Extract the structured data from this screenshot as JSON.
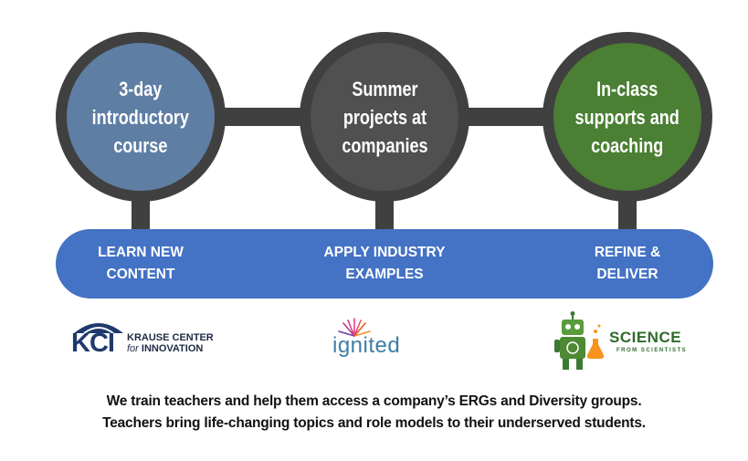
{
  "steps": [
    {
      "label": "3-day\nintroductory\ncourse",
      "color": "#5f7ea3"
    },
    {
      "label": "Summer\nprojects at\ncompanies",
      "color": "#505050"
    },
    {
      "label": "In-class\nsupports and\ncoaching",
      "color": "#4b7f34"
    }
  ],
  "band": {
    "color": "#4472c4",
    "labels": [
      "LEARN NEW\nCONTENT",
      "APPLY INDUSTRY\nEXAMPLES",
      "REFINE &\nDELIVER"
    ]
  },
  "logos": {
    "kci": {
      "mark": "KCI",
      "line1": "KRAUSE CENTER",
      "line2_a": "for",
      "line2_b": "INNOVATION"
    },
    "ignited": {
      "text": "ignited"
    },
    "science": {
      "line1": "SCIENCE",
      "line2": "FROM SCIENTISTS"
    }
  },
  "caption": {
    "line1": "We train teachers and help them access a company’s ERGs and Diversity groups.",
    "line2": "Teachers bring life-changing topics and role models to their underserved students."
  }
}
